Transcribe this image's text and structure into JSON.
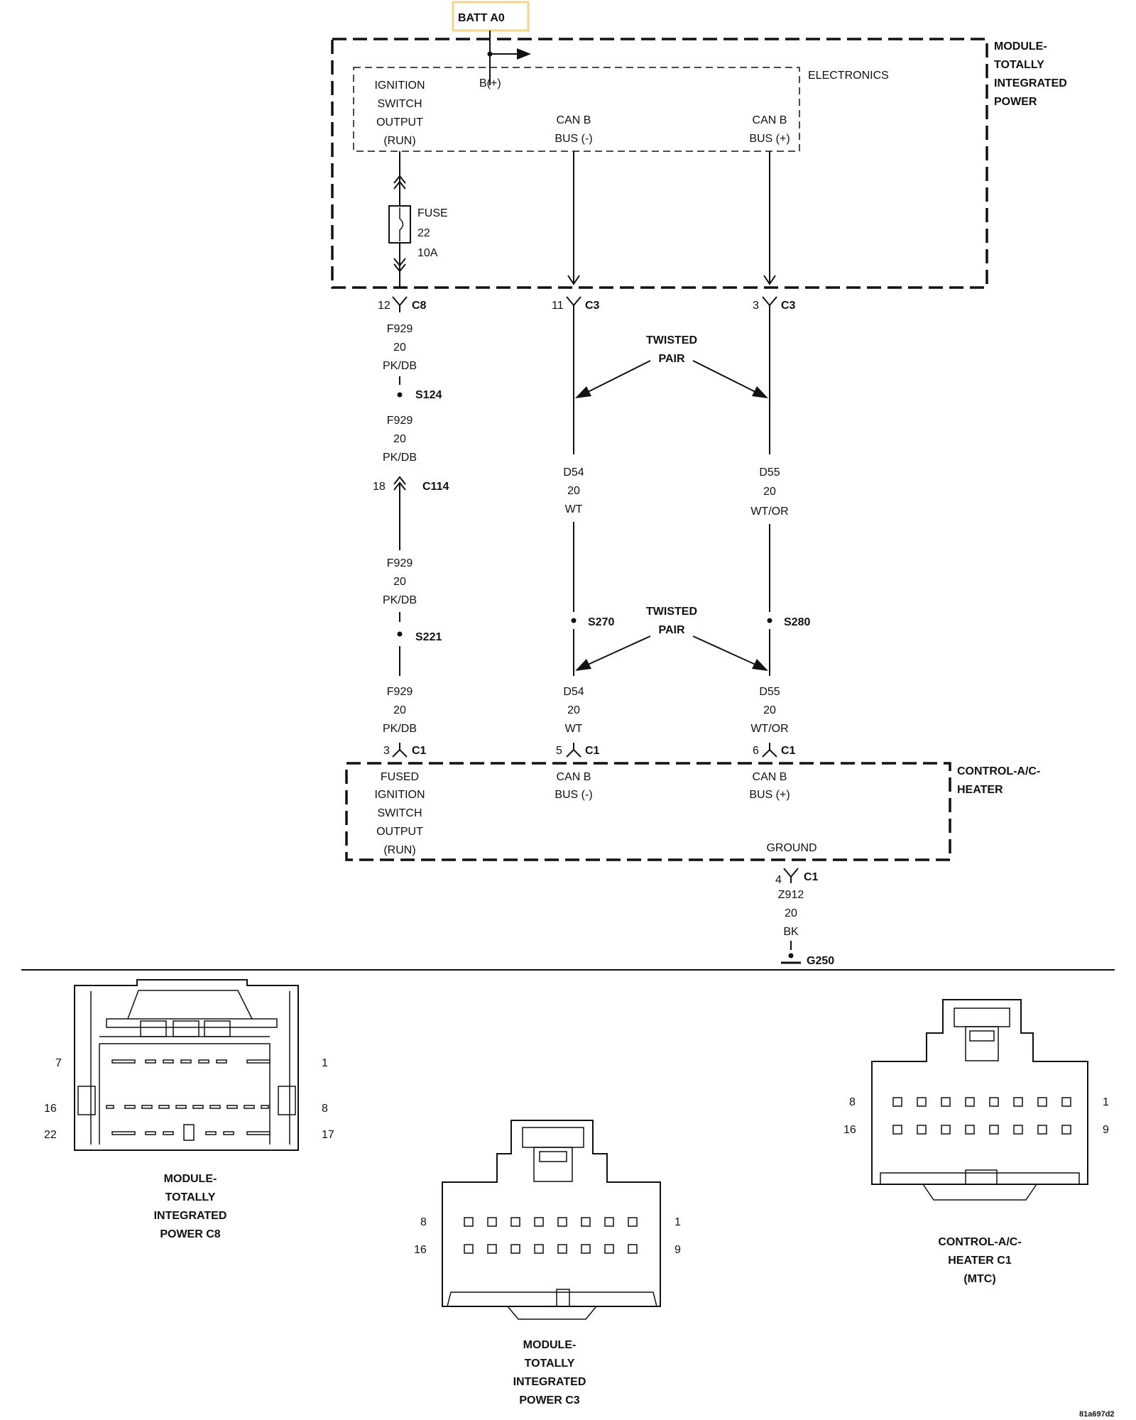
{
  "batt": {
    "label": "BATT A0",
    "highlight": "#f2d48a"
  },
  "tipm": {
    "name": [
      "MODULE-",
      "TOTALLY",
      "INTEGRATED",
      "POWER"
    ],
    "electronics": "ELECTRONICS",
    "bplus": "B(+)",
    "ign_out": [
      "IGNITION",
      "SWITCH",
      "OUTPUT",
      "(RUN)"
    ],
    "canb_neg": [
      "CAN B",
      "BUS (-)"
    ],
    "canb_pos": [
      "CAN B",
      "BUS (+)"
    ],
    "fuse": [
      "FUSE",
      "22",
      "10A"
    ]
  },
  "circuit_left": {
    "c8_pin": "12",
    "c8": "C8",
    "w1": [
      "F929",
      "20",
      "PK/DB"
    ],
    "s124": "S124",
    "w2": [
      "F929",
      "20",
      "PK/DB"
    ],
    "c114_pin": "18",
    "c114": "C114",
    "w3": [
      "F929",
      "20",
      "PK/DB"
    ],
    "s221": "S221",
    "w4": [
      "F929",
      "20",
      "PK/DB"
    ],
    "c1_pin": "3",
    "c1": "C1"
  },
  "circuit_mid": {
    "c3_pin": "11",
    "c3": "C3",
    "w1": [
      "D54",
      "20",
      "WT"
    ],
    "s270": "S270",
    "w2": [
      "D54",
      "20",
      "WT"
    ],
    "c1_pin": "5",
    "c1": "C1"
  },
  "circuit_right": {
    "c3_pin": "3",
    "c3": "C3",
    "w1": [
      "D55",
      "20",
      "WT/OR"
    ],
    "s280": "S280",
    "w2": [
      "D55",
      "20",
      "WT/OR"
    ],
    "c1_pin": "6",
    "c1": "C1"
  },
  "twisted1": [
    "TWISTED",
    "PAIR"
  ],
  "twisted2": [
    "TWISTED",
    "PAIR"
  ],
  "hvac": {
    "name": [
      "CONTROL-A/C-",
      "HEATER"
    ],
    "fused_ign": [
      "FUSED",
      "IGNITION",
      "SWITCH",
      "OUTPUT",
      "(RUN)"
    ],
    "canb_neg": [
      "CAN B",
      "BUS (-)"
    ],
    "canb_pos": [
      "CAN B",
      "BUS (+)"
    ],
    "ground": "GROUND"
  },
  "ground_circuit": {
    "c1_pin": "4",
    "c1": "C1",
    "w": [
      "Z912",
      "20",
      "BK"
    ],
    "g": "G250"
  },
  "conn_c8": {
    "pins": {
      "tl": "7",
      "tr": "1",
      "ml": "16",
      "mr": "8",
      "bl": "22",
      "br": "17"
    },
    "caption": [
      "MODULE-",
      "TOTALLY",
      "INTEGRATED",
      "POWER C8"
    ]
  },
  "conn_c3": {
    "pins": {
      "tl": "8",
      "tr": "1",
      "bl": "16",
      "br": "9"
    },
    "caption": [
      "MODULE-",
      "TOTALLY",
      "INTEGRATED",
      "POWER C3"
    ]
  },
  "conn_hvac": {
    "pins": {
      "tl": "8",
      "tr": "1",
      "bl": "16",
      "br": "9"
    },
    "caption": [
      "CONTROL-A/C-",
      "HEATER C1",
      "(MTC)"
    ]
  },
  "figure_id": "81a697d2"
}
